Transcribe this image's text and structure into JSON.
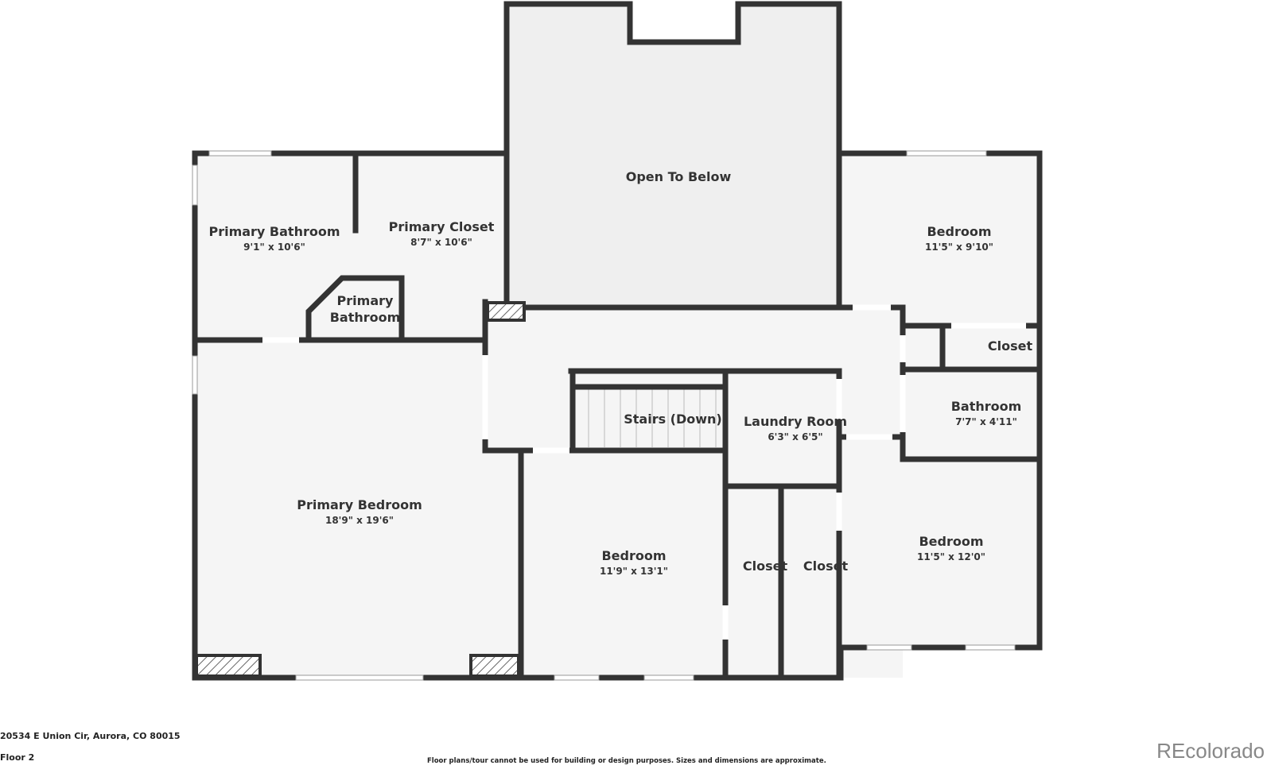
{
  "rooms": {
    "open_to_below": {
      "name": "Open To Below"
    },
    "primary_bathroom": {
      "name": "Primary Bathroom",
      "dims": "9'1\" x 10'6\""
    },
    "primary_closet": {
      "name": "Primary Closet",
      "dims": "8'7\" x 10'6\""
    },
    "primary_bathroom_small": {
      "line1": "Primary",
      "line2": "Bathroom"
    },
    "bedroom_ne": {
      "name": "Bedroom",
      "dims": "11'5\" x 9'10\""
    },
    "closet_ne": {
      "name": "Closet"
    },
    "bathroom": {
      "name": "Bathroom",
      "dims": "7'7\" x 4'11\""
    },
    "stairs": {
      "name": "Stairs (Down)"
    },
    "laundry": {
      "name": "Laundry Room",
      "dims": "6'3\" x 6'5\""
    },
    "primary_bedroom": {
      "name": "Primary Bedroom",
      "dims": "18'9\" x 19'6\""
    },
    "bedroom_s": {
      "name": "Bedroom",
      "dims": "11'9\" x 13'1\""
    },
    "closet_1": {
      "name": "Closet"
    },
    "closet_2": {
      "name": "Closet"
    },
    "bedroom_se": {
      "name": "Bedroom",
      "dims": "11'5\" x 12'0\""
    }
  },
  "footer": {
    "address": "20534 E Union Cir, Aurora, CO 80015",
    "floor": "Floor 2",
    "disclaimer": "Floor plans/tour cannot be used for building or design purposes. Sizes and dimensions are approximate.",
    "logo": "REcolorado"
  },
  "colors": {
    "wall": "#333333",
    "room": "#f5f5f5",
    "open": "#efefef"
  }
}
